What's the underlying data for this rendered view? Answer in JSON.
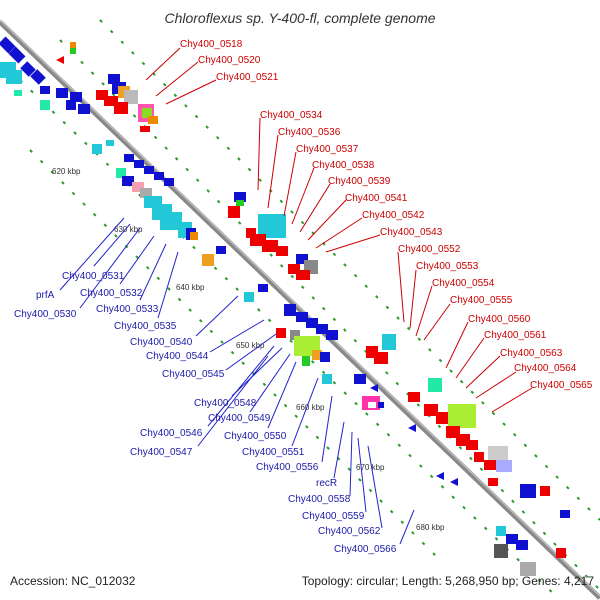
{
  "title": "Chloroflexus sp. Y-400-fl, complete genome",
  "footer": {
    "accession_label": "Accession:",
    "accession": "NC_012032",
    "topology_label": "Topology:",
    "topology": "circular;",
    "length_label": "Length:",
    "length": "5,268,950 bp;",
    "genes_label": "Genes:",
    "genes": "4,217"
  },
  "kbp_ticks": [
    "620 kbp",
    "630 kbp",
    "640 kbp",
    "650 kbp",
    "660 kbp",
    "670 kbp",
    "680 kbp"
  ],
  "red_labels": [
    "Chy400_0518",
    "Chy400_0520",
    "Chy400_0521",
    "Chy400_0534",
    "Chy400_0536",
    "Chy400_0537",
    "Chy400_0538",
    "Chy400_0539",
    "Chy400_0541",
    "Chy400_0542",
    "Chy400_0543",
    "Chy400_0552",
    "Chy400_0553",
    "Chy400_0554",
    "Chy400_0555",
    "Chy400_0560",
    "Chy400_0561",
    "Chy400_0563",
    "Chy400_0564",
    "Chy400_0565"
  ],
  "blue_labels": [
    "Chy400_0531",
    "prfA",
    "Chy400_0532",
    "Chy400_0530",
    "Chy400_0533",
    "Chy400_0535",
    "Chy400_0540",
    "Chy400_0544",
    "Chy400_0545",
    "Chy400_0548",
    "Chy400_0549",
    "Chy400_0546",
    "Chy400_0550",
    "Chy400_0547",
    "Chy400_0551",
    "Chy400_0556",
    "recR",
    "Chy400_0558",
    "Chy400_0559",
    "Chy400_0562",
    "Chy400_0566"
  ],
  "colors": {
    "forward": "#1010d0",
    "reverse": "#ee0000",
    "backbone": "#888888",
    "tick": "#2a9a2a"
  }
}
